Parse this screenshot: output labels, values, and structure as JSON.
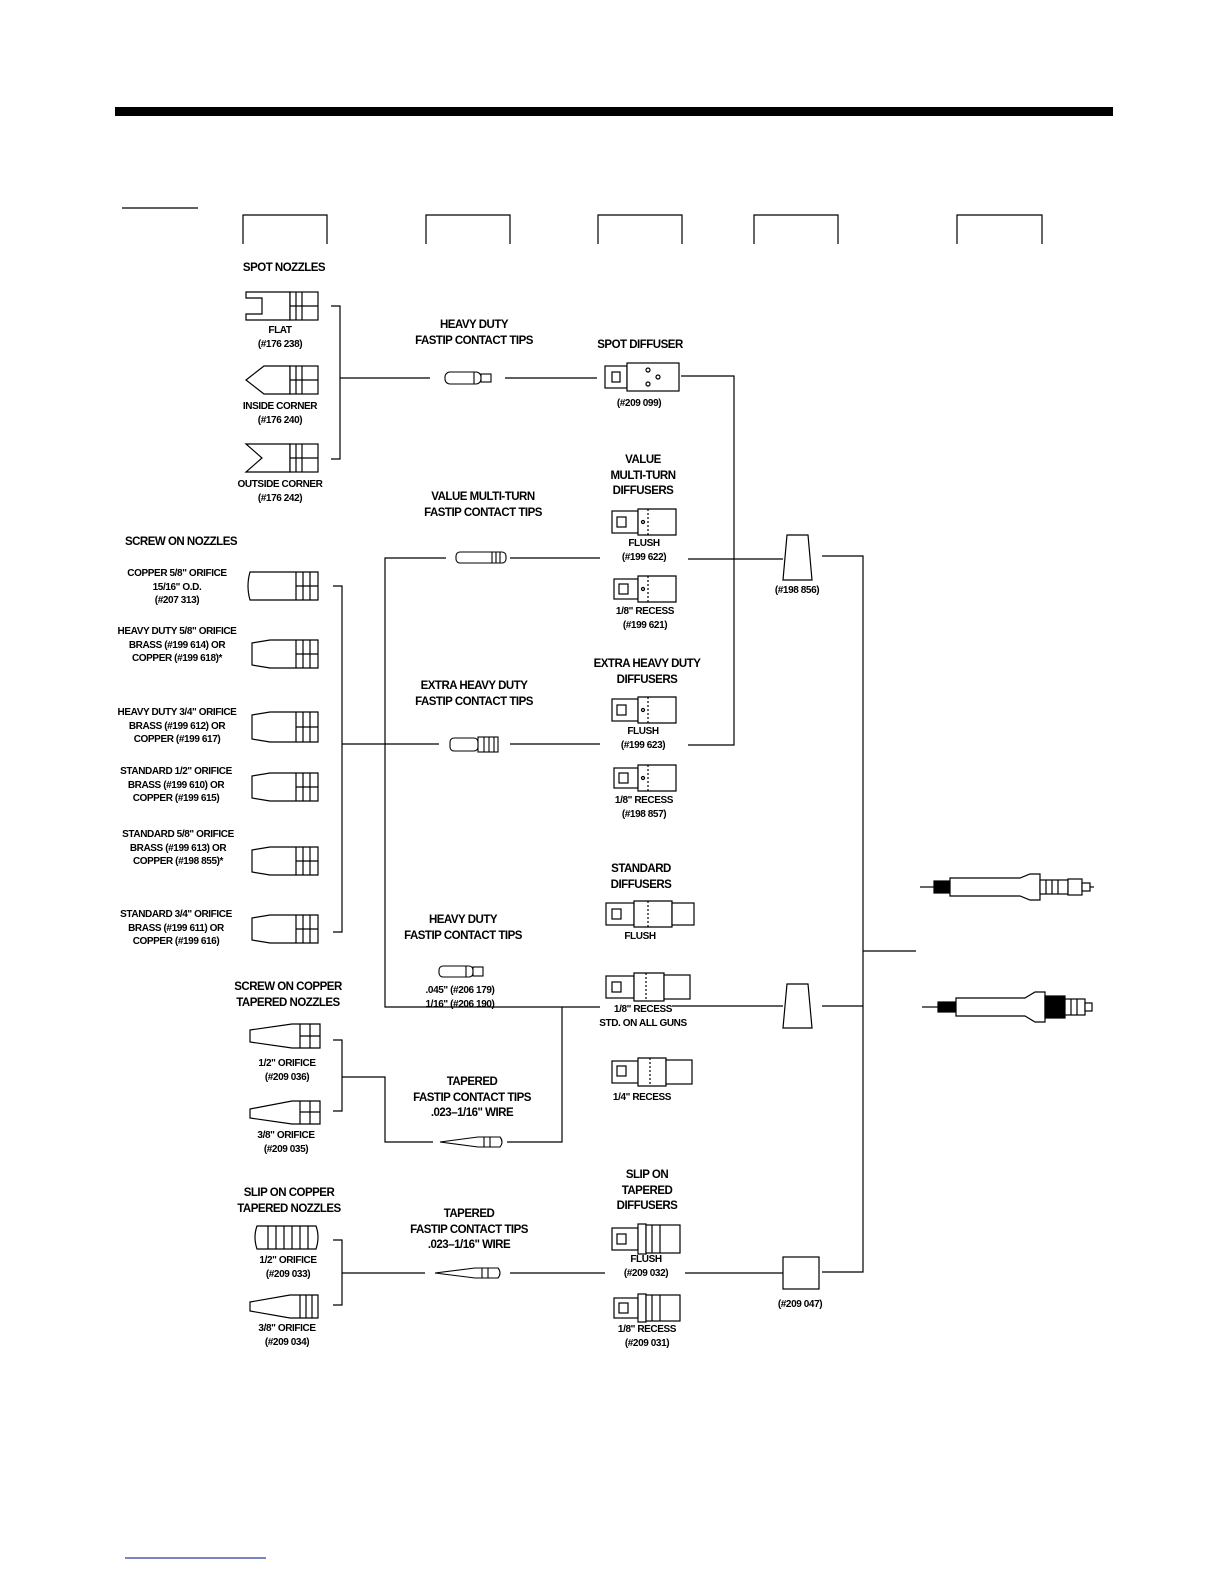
{
  "colors": {
    "ink": "#000000",
    "paper": "#ffffff",
    "link_underline": "#2a3f9f"
  },
  "groups": {
    "spot_nozzles": {
      "title": "SPOT NOZZLES",
      "items": [
        {
          "name": "FLAT",
          "part": "(#176 238)"
        },
        {
          "name": "INSIDE CORNER",
          "part": "(#176 240)"
        },
        {
          "name": "OUTSIDE CORNER",
          "part": "(#176 242)"
        }
      ]
    },
    "screw_on_nozzles": {
      "title": "SCREW ON NOZZLES",
      "items": [
        {
          "name": "COPPER 5/8\" ORIFICE\n15/16\" O.D.\n(#207 313)"
        },
        {
          "name": "HEAVY DUTY 5/8\" ORIFICE\nBRASS (#199 614) OR\nCOPPER (#199 618)*"
        },
        {
          "name": "HEAVY DUTY 3/4\" ORIFICE\nBRASS (#199 612) OR\nCOPPER (#199 617)"
        },
        {
          "name": "STANDARD 1/2\" ORIFICE\nBRASS (#199 610) OR\nCOPPER (#199 615)"
        },
        {
          "name": "STANDARD 5/8\" ORIFICE\nBRASS (#199 613) OR\nCOPPER (#198 855)*"
        },
        {
          "name": "STANDARD 3/4\" ORIFICE\nBRASS (#199 611) OR\nCOPPER (#199 616)"
        }
      ]
    },
    "screw_on_copper_tapered": {
      "title": "SCREW ON COPPER\nTAPERED NOZZLES",
      "items": [
        {
          "name": "1/2\" ORIFICE",
          "part": "(#209 036)"
        },
        {
          "name": "3/8\" ORIFICE",
          "part": "(#209 035)"
        }
      ]
    },
    "slip_on_copper_tapered": {
      "title": "SLIP ON COPPER\nTAPERED NOZZLES",
      "items": [
        {
          "name": "1/2\" ORIFICE",
          "part": "(#209 033)"
        },
        {
          "name": "3/8\" ORIFICE",
          "part": "(#209 034)"
        }
      ]
    }
  },
  "tips": {
    "heavy_duty_spot": "HEAVY DUTY\nFASTIP CONTACT TIPS",
    "value_multi_turn": "VALUE MULTI-TURN\nFASTIP CONTACT TIPS",
    "extra_heavy_duty": "EXTRA HEAVY DUTY\nFASTIP CONTACT TIPS",
    "heavy_duty": {
      "title": "HEAVY DUTY\nFASTIP CONTACT TIPS",
      "parts": ".045\" (#206 179)\n1/16\" (#206 190)"
    },
    "tapered_screw": "TAPERED\nFASTIP CONTACT TIPS\n.023–1/16\" WIRE",
    "tapered_slip": "TAPERED\nFASTIP CONTACT TIPS\n.023–1/16\" WIRE"
  },
  "diffusers": {
    "spot": {
      "title": "SPOT DIFFUSER",
      "part": "(#209 099)"
    },
    "value_multi_turn": {
      "title": "VALUE\nMULTI-TURN\nDIFFUSERS",
      "flush": "FLUSH\n(#199 622)",
      "recess": "1/8\" RECESS\n(#199 621)"
    },
    "extra_heavy_duty": {
      "title": "EXTRA HEAVY DUTY\nDIFFUSERS",
      "flush": "FLUSH\n(#199 623)",
      "recess": "1/8\" RECESS\n(#198 857)"
    },
    "standard": {
      "title": "STANDARD\nDIFFUSERS",
      "flush": "FLUSH",
      "recess": "1/8\" RECESS\nSTD. ON ALL GUNS",
      "recess_quarter": "1/4\" RECESS"
    },
    "slip_on_tapered": {
      "title": "SLIP ON\nTAPERED\nDIFFUSERS",
      "flush": "FLUSH\n(#209 032)",
      "recess": "1/8\" RECESS\n(#209 031)"
    }
  },
  "adapters": {
    "upper": "(#198 856)",
    "lower": "(#209 047)"
  },
  "icons": {
    "nozzle": "nozzle-icon",
    "tip": "contact-tip-icon",
    "diffuser": "diffuser-icon",
    "adapter": "adapter-icon",
    "gun": "welding-gun-icon"
  }
}
